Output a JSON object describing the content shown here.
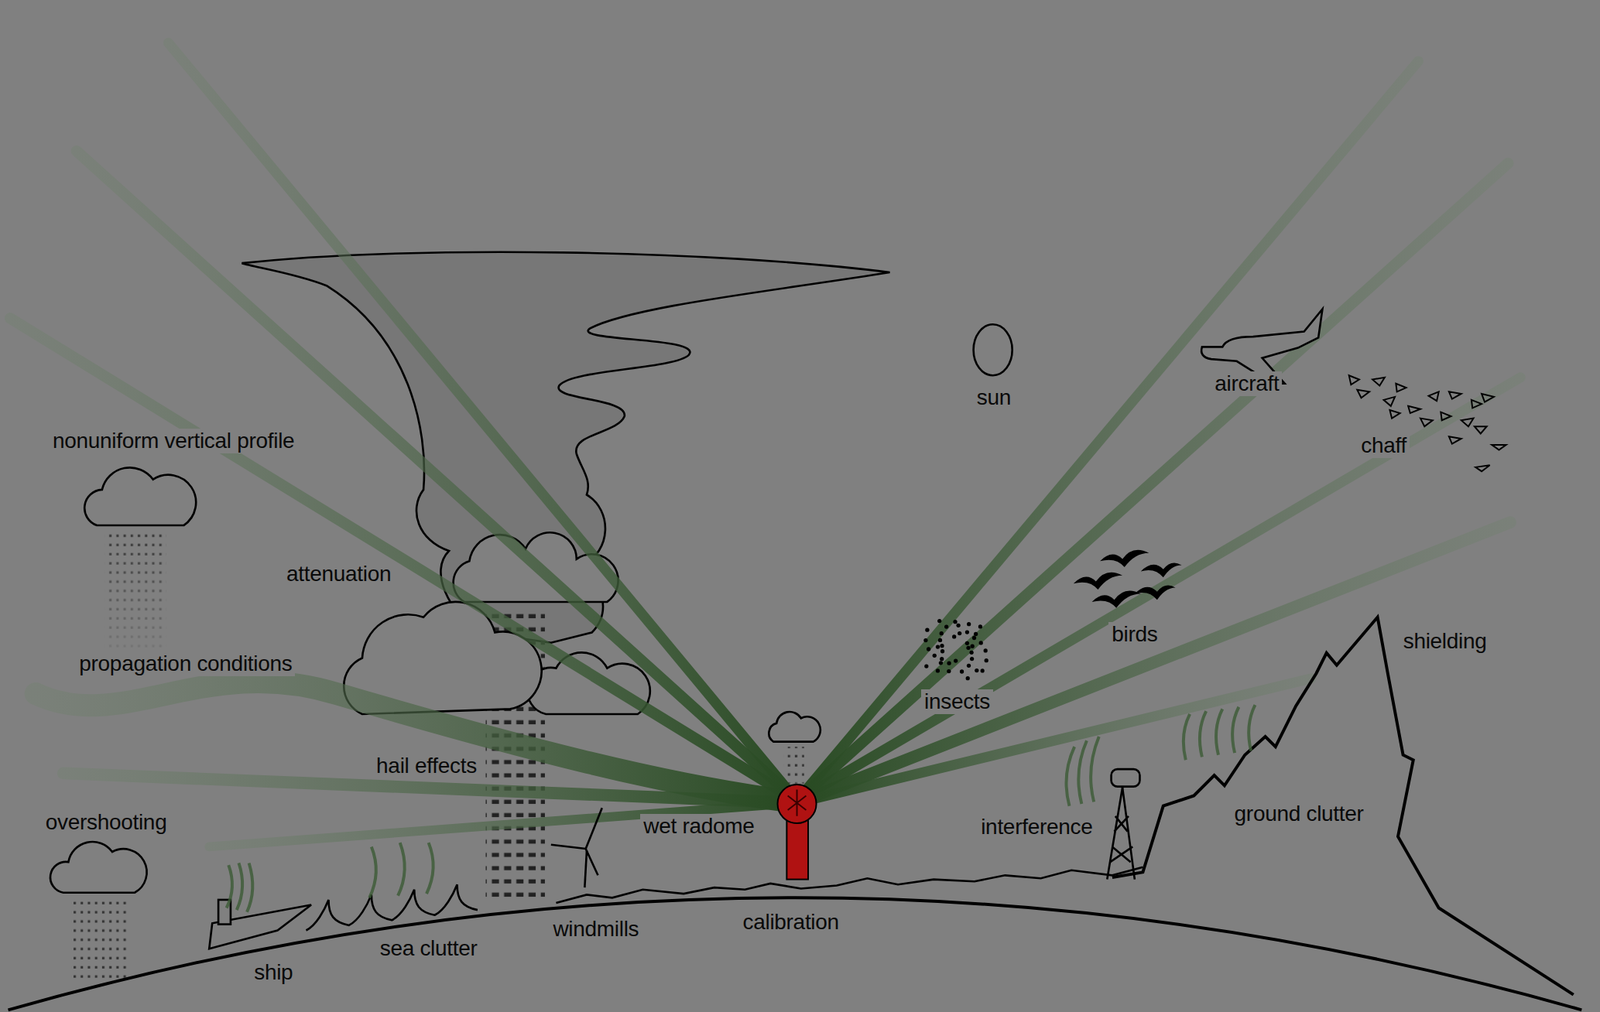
{
  "diagram": {
    "labels": [
      "nonuniform vertical profile",
      "attenuation",
      "propagation conditions",
      "hail effects",
      "overshooting",
      "ship",
      "sea clutter",
      "windmills",
      "wet radome",
      "calibration",
      "sun",
      "aircraft",
      "chaff",
      "birds",
      "insects",
      "shielding",
      "interference",
      "ground clutter"
    ]
  }
}
